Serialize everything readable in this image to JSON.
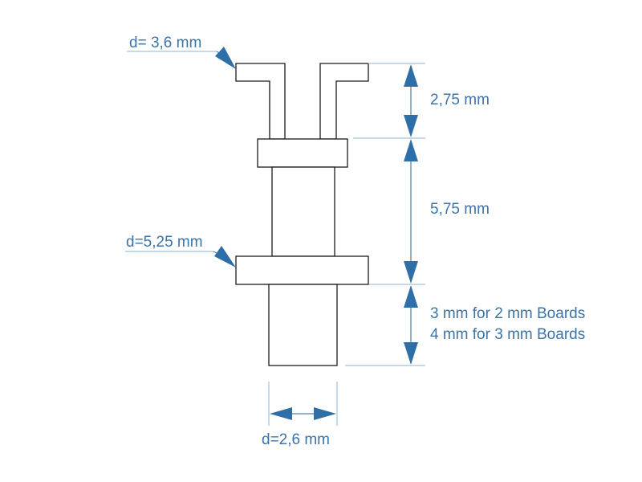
{
  "diagram": {
    "labels": {
      "top_diameter": "d= 3,6 mm",
      "top_height": "2,75 mm",
      "middle_height": "5,75 mm",
      "collar_diameter": "d=5,25 mm",
      "bottom_height_line1": "3 mm for 2 mm Boards",
      "bottom_height_line2": "4 mm for 3 mm Boards",
      "bottom_diameter": "d=2,6 mm"
    },
    "colors": {
      "annotation": "#3b74a8",
      "arrow": "#2f6fa8",
      "outline": "#1a1a1a"
    }
  }
}
